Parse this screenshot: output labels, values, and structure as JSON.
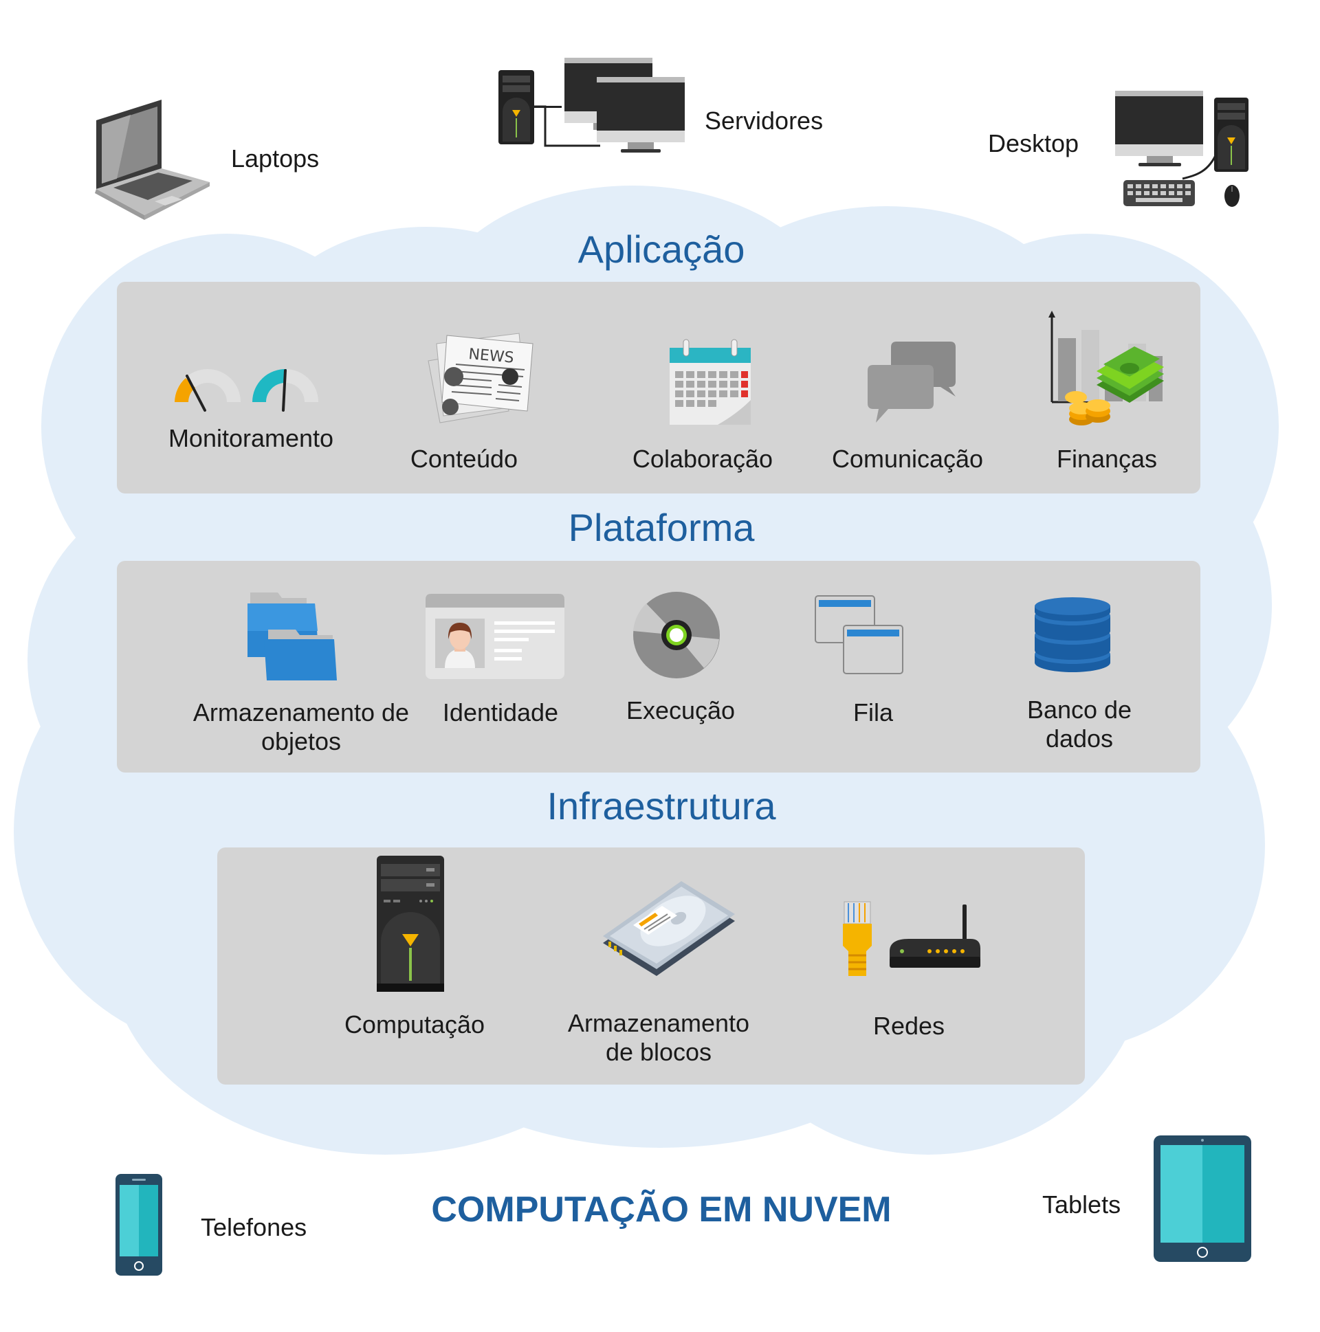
{
  "title": "COMPUTAÇÃO EM NUVEM",
  "devices": {
    "laptops": {
      "label": "Laptops",
      "icon": "laptop-icon"
    },
    "servers": {
      "label": "Servidores",
      "icon": "servers-icon"
    },
    "desktop": {
      "label": "Desktop",
      "icon": "desktop-icon"
    },
    "phones": {
      "label": "Telefones",
      "icon": "phone-icon"
    },
    "tablets": {
      "label": "Tablets",
      "icon": "tablet-icon"
    }
  },
  "layers": {
    "application": {
      "title": "Aplicação",
      "items": [
        {
          "label": "Monitoramento",
          "icon": "gauge-icon"
        },
        {
          "label": "Conteúdo",
          "icon": "newspaper-icon"
        },
        {
          "label": "Colaboração",
          "icon": "calendar-icon"
        },
        {
          "label": "Comunicação",
          "icon": "chat-bubbles-icon"
        },
        {
          "label": "Finanças",
          "icon": "money-chart-icon"
        }
      ]
    },
    "platform": {
      "title": "Plataforma",
      "items": [
        {
          "label": "Armazenamento de objetos",
          "line1": "Armazenamento de",
          "line2": "objetos",
          "icon": "folders-icon"
        },
        {
          "label": "Identidade",
          "icon": "id-card-icon"
        },
        {
          "label": "Execução",
          "icon": "disc-icon"
        },
        {
          "label": "Fila",
          "icon": "windows-icon"
        },
        {
          "label": "Banco de dados",
          "line1": "Banco de",
          "line2": "dados",
          "icon": "database-icon"
        }
      ]
    },
    "infrastructure": {
      "title": "Infraestrutura",
      "items": [
        {
          "label": "Computação",
          "icon": "server-tower-icon"
        },
        {
          "label": "Armazenamento de blocos",
          "line1": "Armazenamento",
          "line2": "de blocos",
          "icon": "hard-drive-icon"
        },
        {
          "label": "Redes",
          "icon": "router-icon"
        }
      ]
    }
  },
  "colors": {
    "cloud": "#e3eef9",
    "panel": "#d4d4d4",
    "heading": "#1e5f9e",
    "accent_teal": "#4ccfd6",
    "accent_blue": "#2b86d1",
    "accent_orange": "#f5a300"
  }
}
